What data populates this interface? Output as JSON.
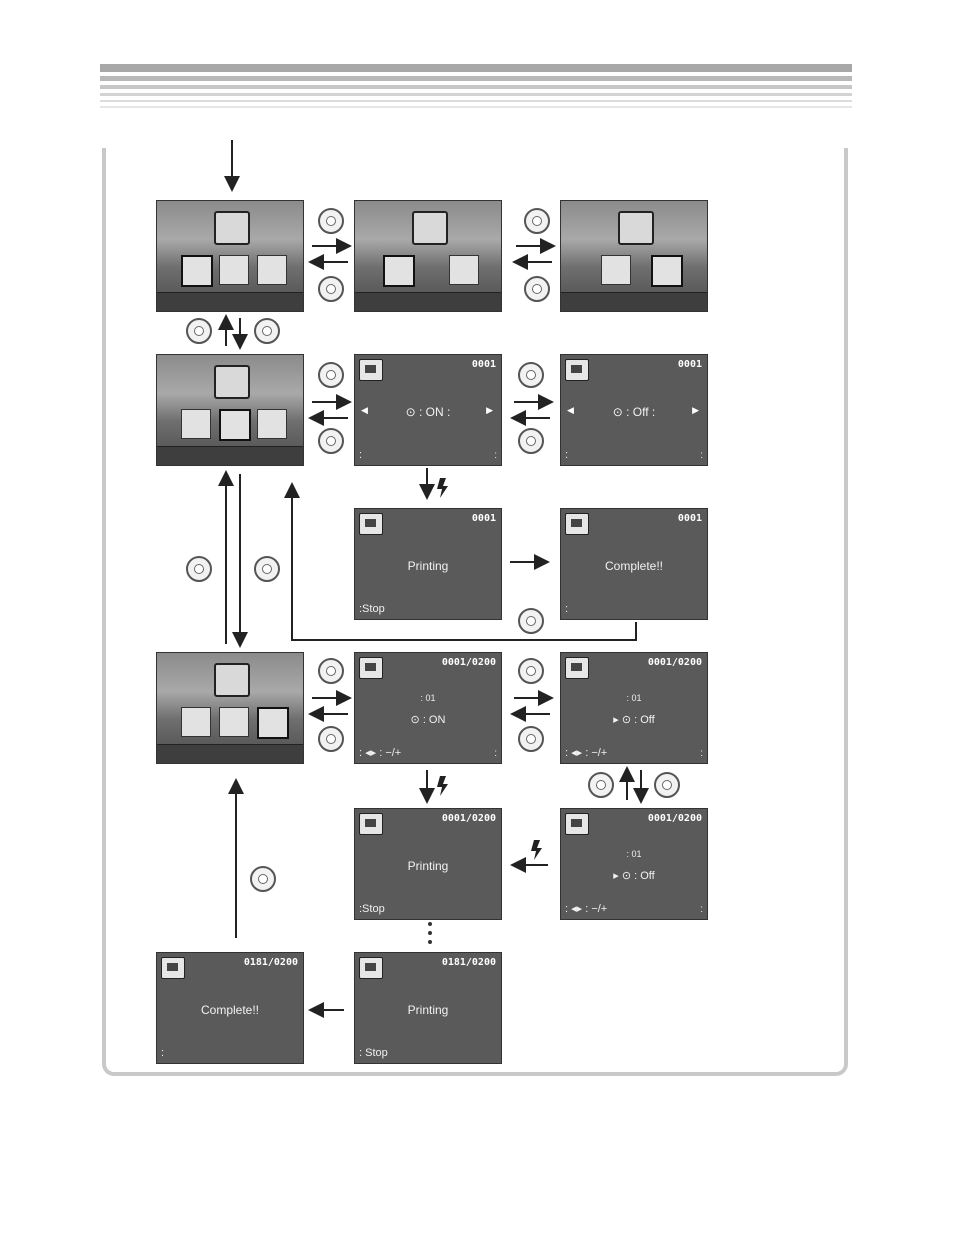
{
  "screens": {
    "print_confirm_on": {
      "counter": "0001",
      "setting": "⊙ : ON :",
      "bottom_left": ":",
      "bottom_right": ":"
    },
    "print_confirm_off": {
      "counter": "0001",
      "setting": "⊙ : Off :",
      "bottom_left": ":",
      "bottom_right": ":"
    },
    "printing_single": {
      "counter": "0001",
      "status": "Printing",
      "bottom_left": ":Stop"
    },
    "complete_single": {
      "counter": "0001",
      "status": "Complete!!",
      "bottom_left": ":"
    },
    "all_on": {
      "counter": "0001/0200",
      "copies": ": 01",
      "setting": "⊙ : ON",
      "bottom_left": ":  ◂▸ : −/+",
      "bottom_right": ":"
    },
    "all_off": {
      "counter": "0001/0200",
      "copies": ": 01",
      "setting": "▸ ⊙ : Off",
      "bottom_left": ":  ◂▸ : −/+",
      "bottom_right": ":"
    },
    "all_off_2": {
      "counter": "0001/0200",
      "copies": ": 01",
      "setting": "▸ ⊙ : Off",
      "bottom_left": ":  ◂▸ : −/+",
      "bottom_right": ":"
    },
    "printing_all": {
      "counter": "0001/0200",
      "status": "Printing",
      "bottom_left": ":Stop"
    },
    "printing_all_last": {
      "counter": "0181/0200",
      "status": "Printing",
      "bottom_left": ": Stop"
    },
    "complete_all": {
      "counter": "0181/0200",
      "status": "Complete!!",
      "bottom_left": ":"
    }
  },
  "colors": {
    "screen_bg": "#5a5a5a",
    "stripe": "#b5b5b5",
    "frame": "#c9c9c9"
  },
  "icons": [
    "printer-icon",
    "nav-button-icon",
    "flash-icon",
    "timer-icon",
    "copies-icon"
  ]
}
